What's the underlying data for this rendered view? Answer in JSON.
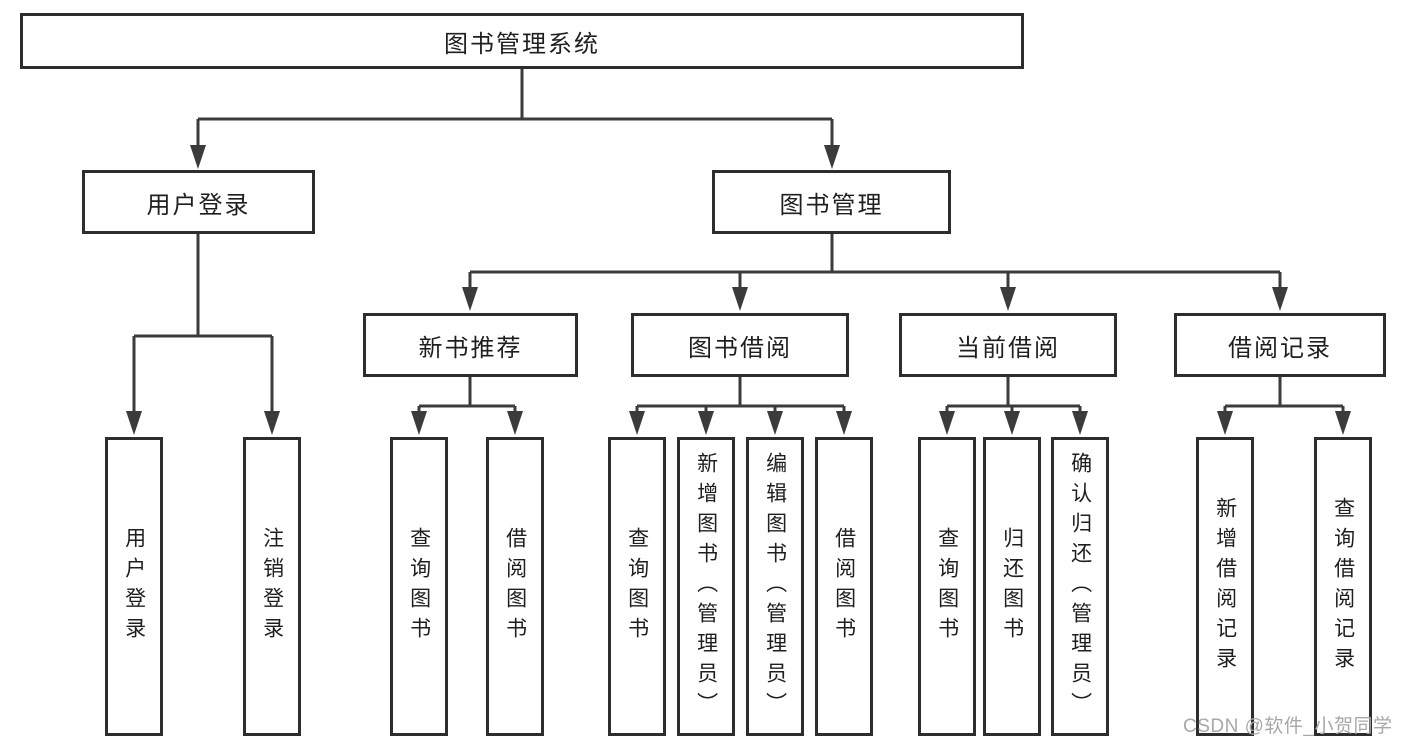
{
  "colors": {
    "background": "#ffffff",
    "line": "#3b3b3b",
    "box_border": "#2d2d2d",
    "text": "#1f1f1f",
    "watermark": "#a8a8a8"
  },
  "diagram": {
    "root": {
      "label": "图书管理系统"
    },
    "level2": [
      {
        "label": "用户登录"
      },
      {
        "label": "图书管理"
      }
    ],
    "level3": [
      {
        "label": "新书推荐",
        "parent": "图书管理"
      },
      {
        "label": "图书借阅",
        "parent": "图书管理"
      },
      {
        "label": "当前借阅",
        "parent": "图书管理"
      },
      {
        "label": "借阅记录",
        "parent": "图书管理"
      }
    ],
    "leaves": [
      {
        "label": "用户登录",
        "parent": "用户登录"
      },
      {
        "label": "注销登录",
        "parent": "用户登录"
      },
      {
        "label": "查询图书",
        "parent": "新书推荐"
      },
      {
        "label": "借阅图书",
        "parent": "新书推荐"
      },
      {
        "label": "查询图书",
        "parent": "图书借阅"
      },
      {
        "label": "新增图书（管理员）",
        "parent": "图书借阅"
      },
      {
        "label": "编辑图书（管理员）",
        "parent": "图书借阅"
      },
      {
        "label": "借阅图书",
        "parent": "图书借阅"
      },
      {
        "label": "查询图书",
        "parent": "当前借阅"
      },
      {
        "label": "归还图书",
        "parent": "当前借阅"
      },
      {
        "label": "确认归还（管理员）",
        "parent": "当前借阅"
      },
      {
        "label": "新增借阅记录",
        "parent": "借阅记录"
      },
      {
        "label": "查询借阅记录",
        "parent": "借阅记录"
      }
    ],
    "watermark": "CSDN @软件_小贺同学"
  }
}
